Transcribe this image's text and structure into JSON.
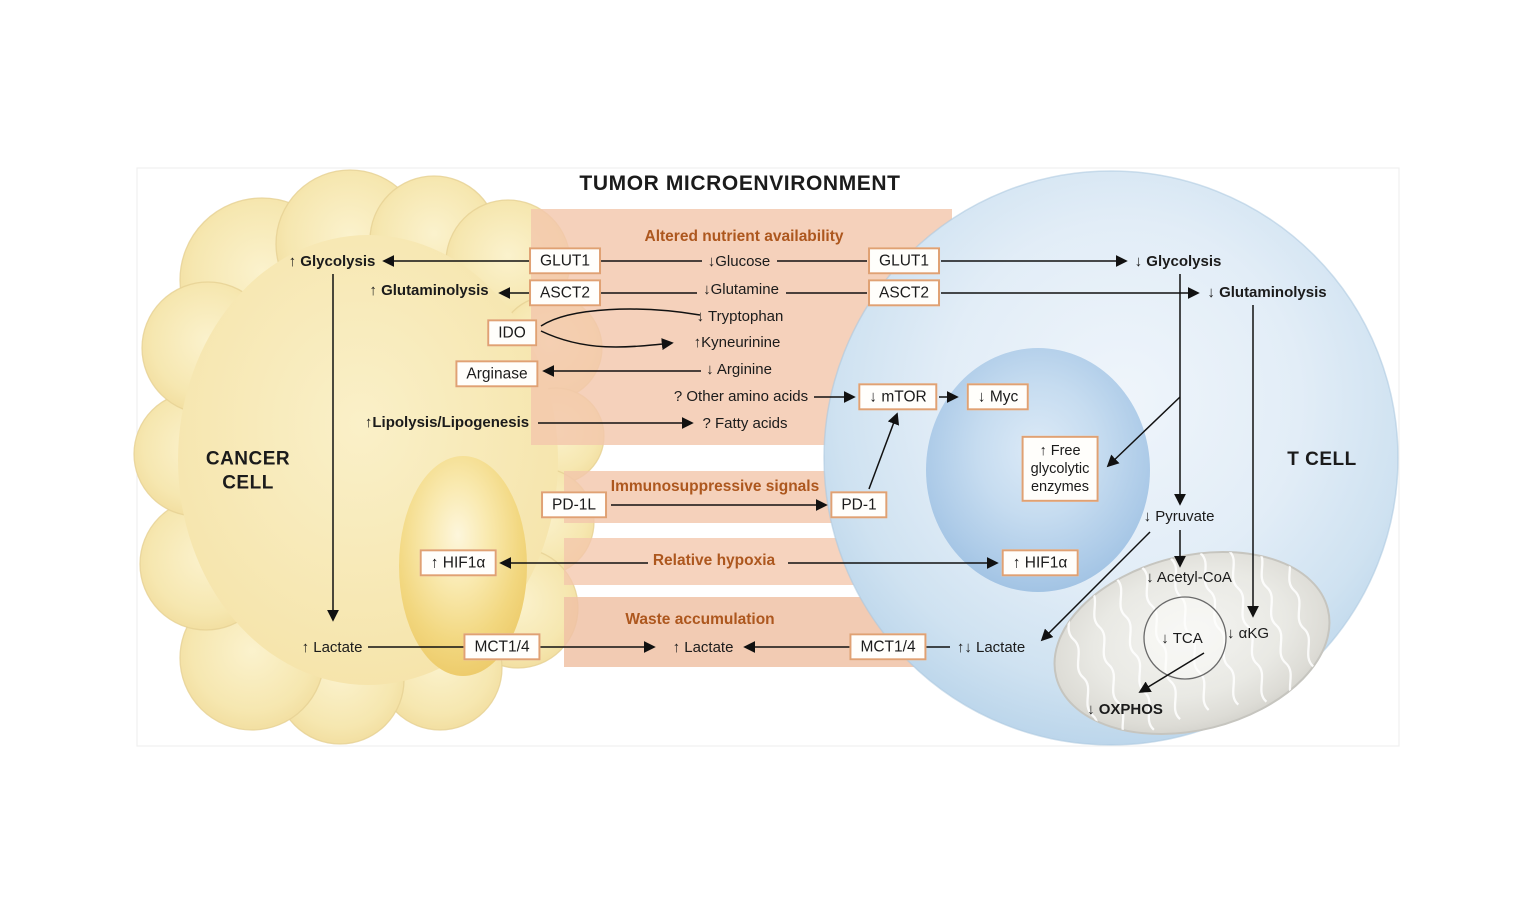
{
  "figure_title": "TUMOR MICROENVIRONMENT",
  "cancer_cell": {
    "name": "CANCER\nCELL",
    "glycolysis": "↑ Glycolysis",
    "glutaminolysis": "↑ Glutaminolysis",
    "lipolysis": "↑Lipolysis/Lipogenesis",
    "lactate": "↑ Lactate",
    "glut1": "GLUT1",
    "asct2": "ASCT2",
    "ido": "IDO",
    "arginase": "Arginase",
    "pd1l": "PD-1L",
    "hif1a": "↑ HIF1α",
    "mct14": "MCT1/4"
  },
  "microenvironment": {
    "band_nutrients": "Altered nutrient availability",
    "band_immuno": "Immunosuppressive signals",
    "band_hypoxia": "Relative hypoxia",
    "band_waste": "Waste accumulation",
    "glucose": "↓Glucose",
    "glutamine": "↓Glutamine",
    "tryptophan": "↓ Tryptophan",
    "kyneurinine": "↑Kyneurinine",
    "arginine": "↓ Arginine",
    "other_amino_acids": "? Other amino acids",
    "fatty_acids": "? Fatty acids",
    "lactate": "↑ Lactate"
  },
  "t_cell": {
    "name": "T CELL",
    "glut1": "GLUT1",
    "asct2": "ASCT2",
    "pd1": "PD-1",
    "mtor": "↓ mTOR",
    "myc": "↓ Myc",
    "free_glycolytic_enzymes": "↑ Free\nglycolytic\nenzymes",
    "hif1a": "↑ HIF1α",
    "mct14": "MCT1/4",
    "glycolysis": "↓ Glycolysis",
    "glutaminolysis": "↓ Glutaminolysis",
    "pyruvate": "↓ Pyruvate",
    "acetyl_coa": "↓ Acetyl-CoA",
    "lactate": "↑↓ Lactate",
    "tca": "↓ TCA",
    "akg": "↓ αKG",
    "oxphos": "↓ OXPHOS"
  },
  "colors": {
    "band_fill": "#f3c7ac",
    "band_title_text": "#ad571e",
    "box_border": "#e0a173",
    "cancer_cell_fill": "#f6e6ad",
    "t_cell_fill": "#cfe2f2",
    "mitochondria_fill": "#e2e1dc",
    "arrow": "#111111"
  }
}
